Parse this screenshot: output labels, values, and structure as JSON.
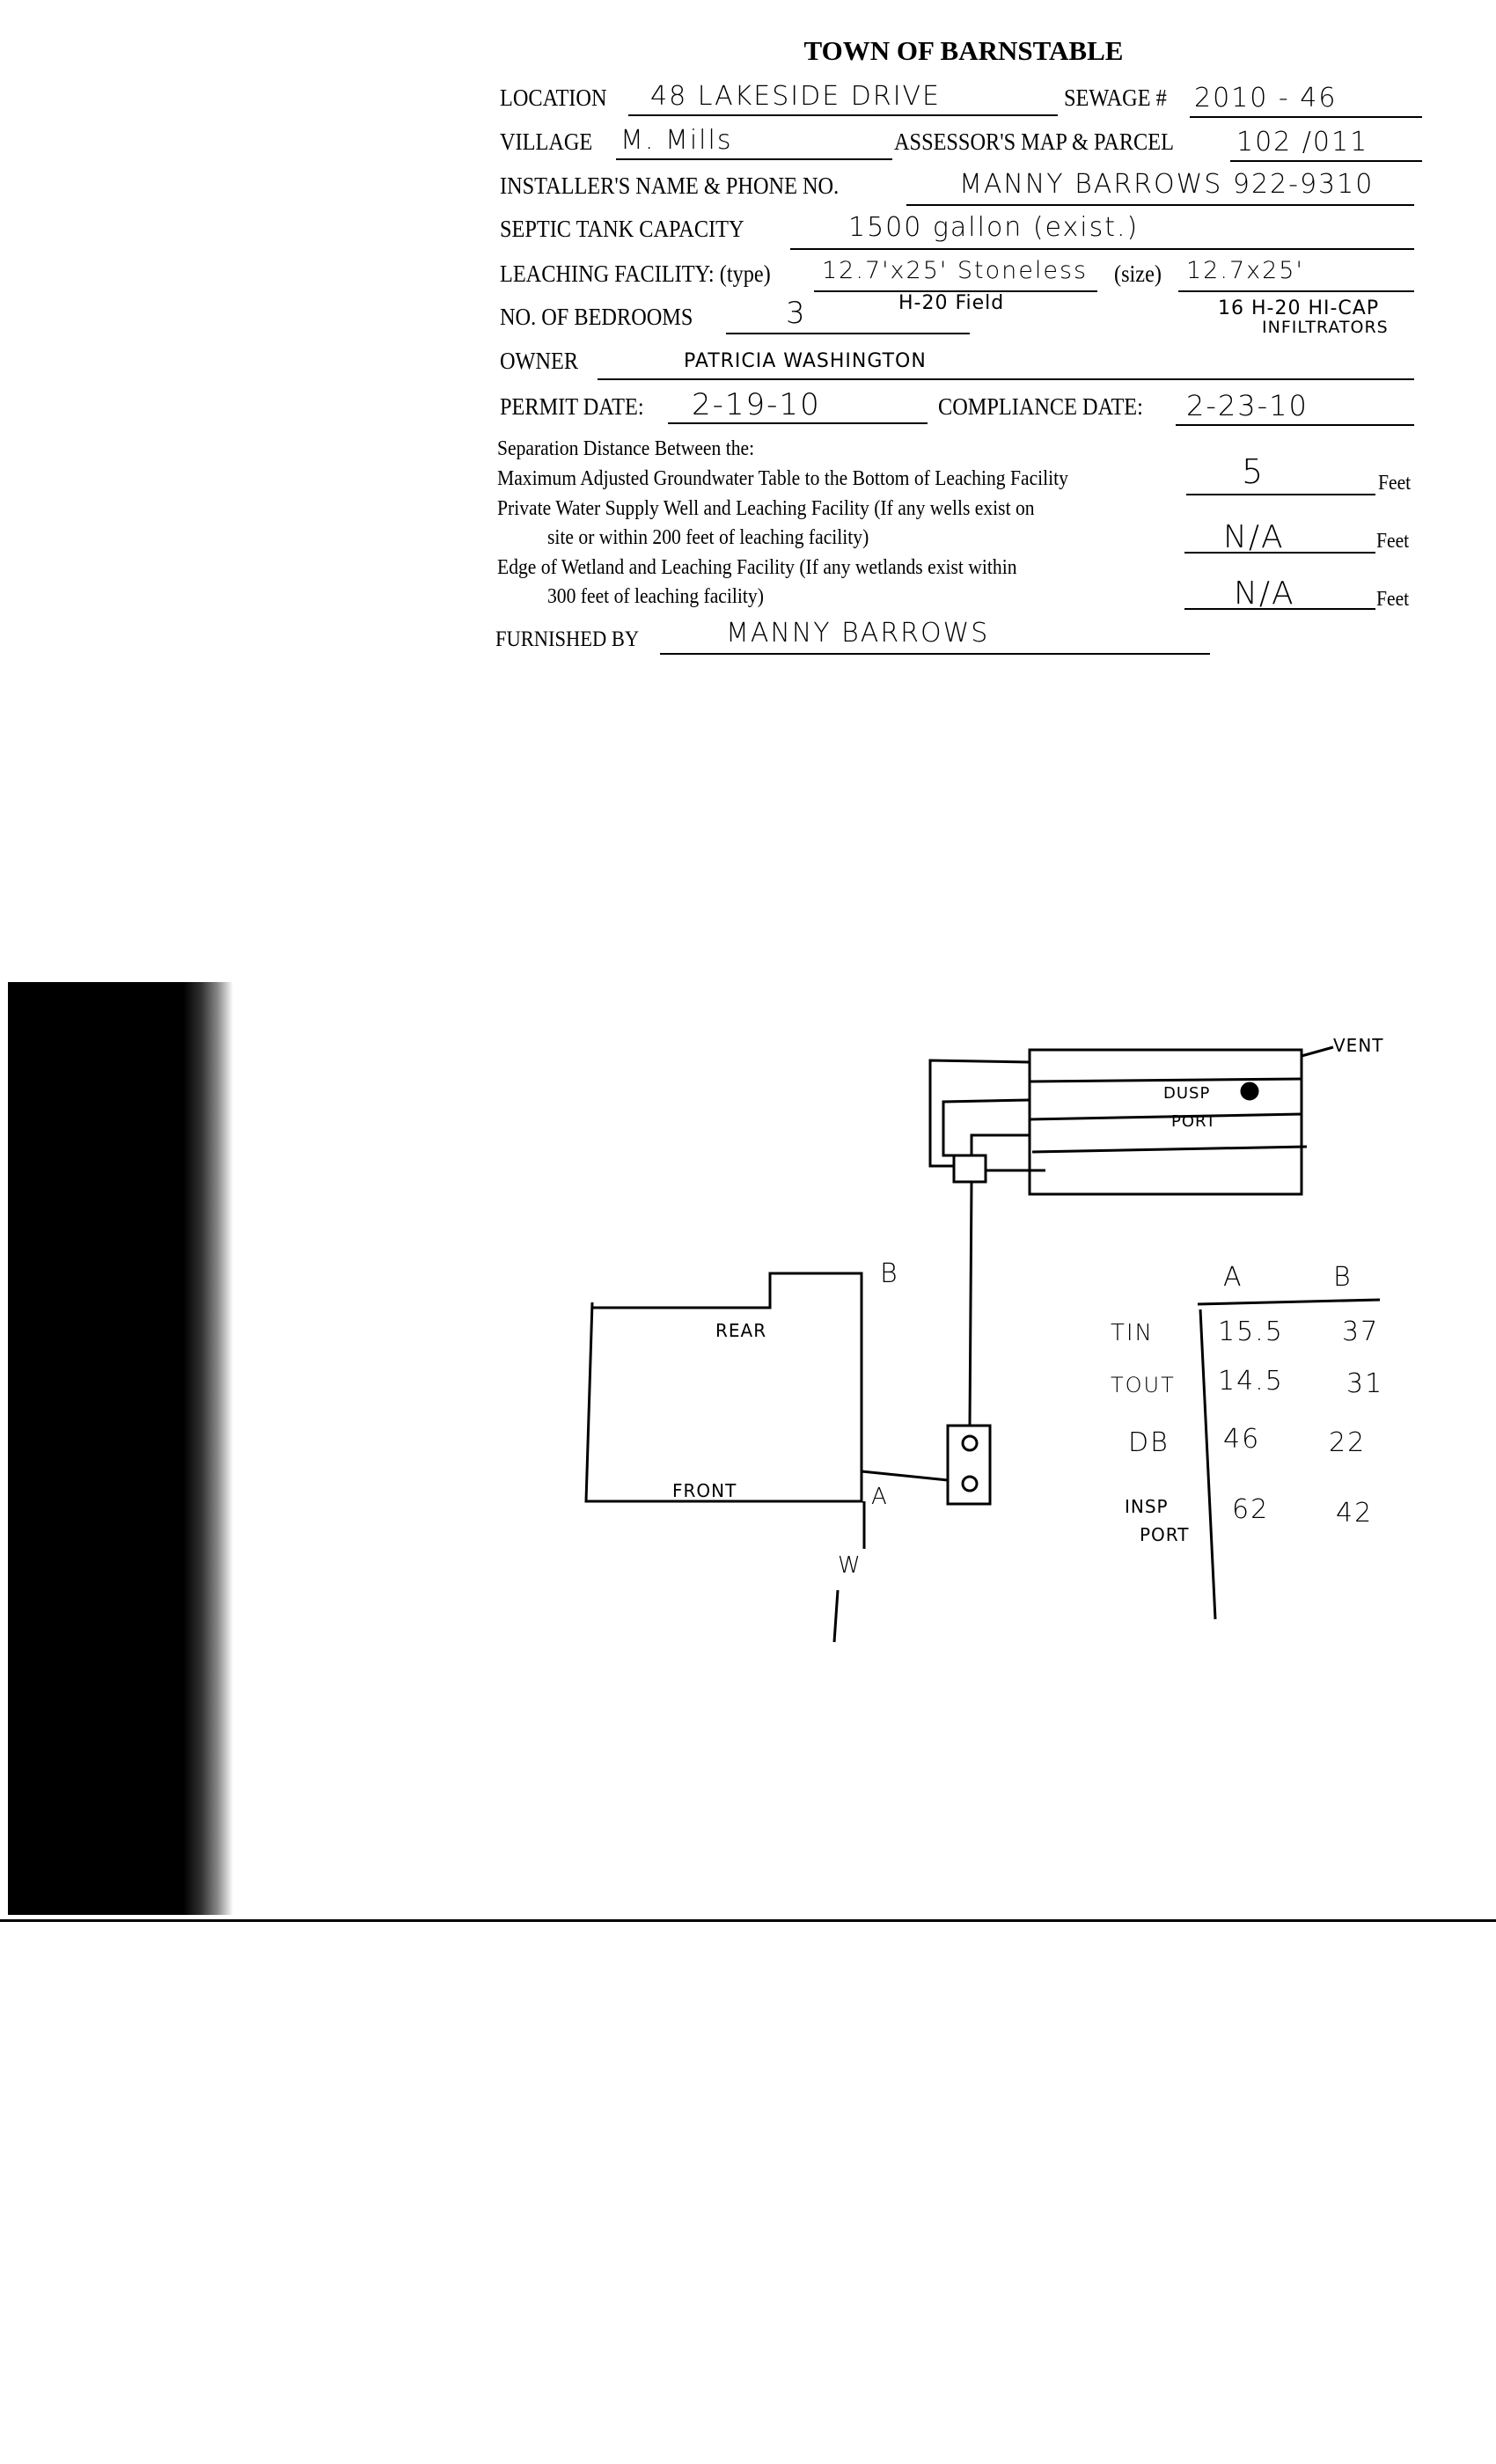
{
  "form": {
    "title": "TOWN OF BARNSTABLE",
    "location_label": "LOCATION",
    "location_value": "48 LAKESIDE DRIVE",
    "sewage_label": "SEWAGE #",
    "sewage_value": "2010 - 46",
    "village_label": "VILLAGE",
    "village_value": "M. Mills",
    "parcel_label": "ASSESSOR'S MAP & PARCEL",
    "parcel_value": "102 /011",
    "installer_label": "INSTALLER'S NAME & PHONE NO.",
    "installer_value": "MANNY BARROWS   922-9310",
    "septic_label": "SEPTIC TANK CAPACITY",
    "septic_value": "1500 gallon (exist.)",
    "leaching_label": "LEACHING FACILITY: (type)",
    "leaching_type_value": "12.7'x25' Stoneless",
    "leaching_type_note": "H-20 Field",
    "size_label": "(size)",
    "size_value": "12.7x25'",
    "size_note_1": "16 H-20 HI-CAP",
    "size_note_2": "INFILTRATORS",
    "bedrooms_label": "NO. OF BEDROOMS",
    "bedrooms_value": "3",
    "owner_label": "OWNER",
    "owner_value": "PATRICIA WASHINGTON",
    "permit_label": "PERMIT DATE:",
    "permit_value": "2-19-10",
    "compliance_label": "COMPLIANCE DATE:",
    "compliance_value": "2-23-10",
    "separation_heading": "Separation Distance Between the:",
    "sep1_text": "Maximum Adjusted Groundwater Table to the Bottom of Leaching Facility",
    "sep1_value": "5",
    "sep2_text_1": "Private Water Supply Well and Leaching Facility (If any wells exist on",
    "sep2_text_2": "site or within 200 feet of leaching facility)",
    "sep2_value": "N/A",
    "sep3_text_1": "Edge of Wetland and Leaching Facility (If any wetlands exist within",
    "sep3_text_2": "300 feet of leaching facility)",
    "sep3_value": "N/A",
    "feet_label": "Feet",
    "furnished_label": "FURNISHED BY",
    "furnished_value": "MANNY BARROWS"
  },
  "sketch": {
    "vent_label": "VENT",
    "insp_label": "DUSP",
    "port_label": "PORT",
    "rear_label": "REAR",
    "front_label": "FRONT",
    "corner_b": "B",
    "corner_a": "A",
    "w_label": "W"
  },
  "table": {
    "col_a": "A",
    "col_b": "B",
    "rows": [
      {
        "label": "TIN",
        "a": "15.5",
        "b": "37"
      },
      {
        "label": "TOUT",
        "a": "14.5",
        "b": "31"
      },
      {
        "label": "DB",
        "a": "46",
        "b": "22"
      },
      {
        "label": "INSP",
        "label2": "PORT",
        "a": "62",
        "b": "42"
      }
    ]
  }
}
